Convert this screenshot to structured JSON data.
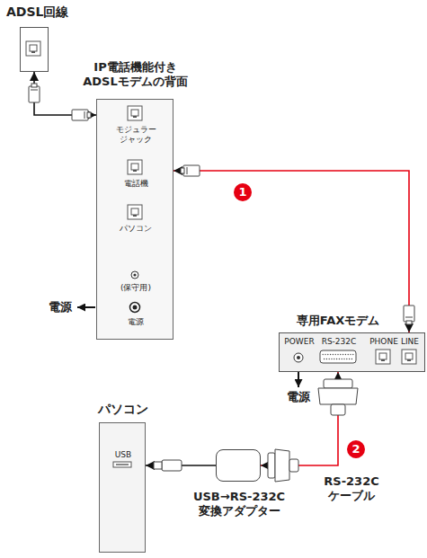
{
  "diagram": {
    "nodes": [
      {
        "text": [
          "ADSL回線"
        ]
      },
      {
        "text": [
          "IP電話機能付き ADSLモデムの背面",
          "モジュラー ジャック",
          "電話機",
          "パソコン",
          "(保守用)",
          "電源"
        ]
      },
      {
        "text": [
          "専用FAXモデム",
          "POWER",
          "RS-232C",
          "PHONE",
          "LINE"
        ]
      },
      {
        "text": [
          "パソコン",
          "USB"
        ]
      },
      {
        "text": [
          "USB→RS-232C 変換アダプター"
        ]
      }
    ],
    "edges": [
      {
        "from": 0,
        "to": 1,
        "arrow": "both"
      },
      {
        "from": 1,
        "to": 2,
        "arrow": "both"
      },
      {
        "from": 2,
        "to": 4,
        "arrow": "both",
        "label": "RS-232C ケーブル"
      },
      {
        "from": 4,
        "to": 3,
        "arrow": "to"
      }
    ],
    "labels": [
      "1",
      "電源",
      "電源",
      "2"
    ]
  }
}
